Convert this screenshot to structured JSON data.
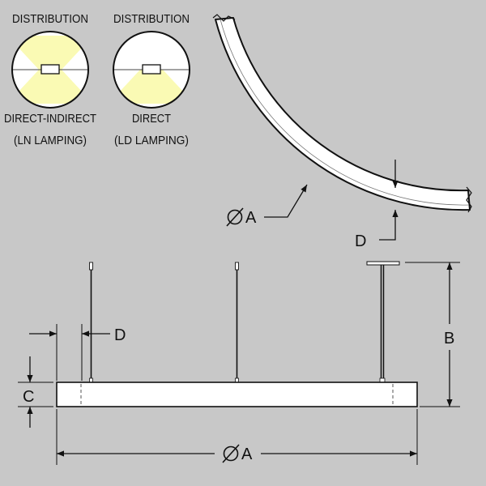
{
  "distribution": [
    {
      "heading": "DISTRIBUTION",
      "caption_line1": "DIRECT-INDIRECT",
      "caption_line2": "(LN LAMPING)",
      "type": "direct-indirect"
    },
    {
      "heading": "DISTRIBUTION",
      "caption_line1": "DIRECT",
      "caption_line2": "(LD LAMPING)",
      "type": "direct"
    }
  ],
  "dimensions": {
    "diameter": "ØA",
    "depth": "D",
    "height": "B",
    "thickness": "C"
  },
  "colors": {
    "background": "#c8c8c8",
    "light_beam": "#fafab4",
    "fixture": "#ffffff",
    "line": "#111111"
  }
}
